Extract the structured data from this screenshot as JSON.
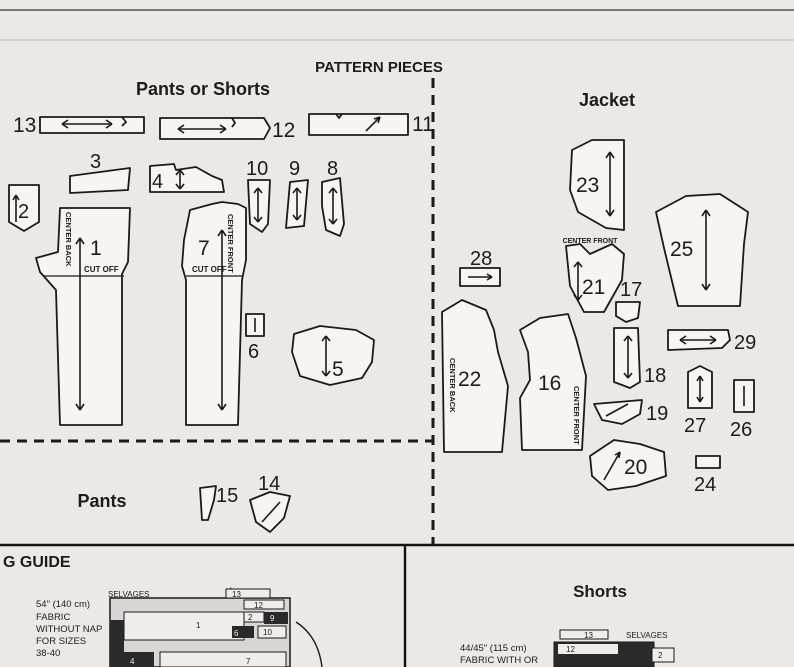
{
  "header": {
    "title": "PATTERN PIECES"
  },
  "sections": {
    "pants_or_shorts": "Pants or Shorts",
    "jacket": "Jacket",
    "pants": "Pants",
    "shorts": "Shorts",
    "cutting_guide": "G GUIDE"
  },
  "piece_notes": {
    "center_back": "CENTER BACK",
    "center_front": "CENTER FRONT",
    "cut_off": "CUT OFF"
  },
  "pieces": {
    "p1": "1",
    "p2": "2",
    "p3": "3",
    "p4": "4",
    "p5": "5",
    "p6": "6",
    "p7": "7",
    "p8": "8",
    "p9": "9",
    "p10": "10",
    "p11": "11",
    "p12": "12",
    "p13": "13",
    "p14": "14",
    "p15": "15",
    "p16": "16",
    "p17": "17",
    "p18": "18",
    "p19": "19",
    "p20": "20",
    "p21": "21",
    "p22": "22",
    "p23": "23",
    "p24": "24",
    "p25": "25",
    "p26": "26",
    "p27": "27",
    "p28": "28",
    "p29": "29"
  },
  "layout_guide": {
    "selvages": "SELVAGES",
    "fabric_54": [
      "54\" (140 cm)",
      "FABRIC",
      "WITHOUT NAP",
      "FOR SIZES",
      "38-40"
    ],
    "fabric_44": [
      "44/45\" (115 cm)",
      "FABRIC WITH OR"
    ],
    "dagger": "†",
    "labels": {
      "l13": "13",
      "l12": "12",
      "l1": "1",
      "l2": "2",
      "l9": "9",
      "l6": "6",
      "l10": "10",
      "l4": "4",
      "l7": "7"
    }
  }
}
